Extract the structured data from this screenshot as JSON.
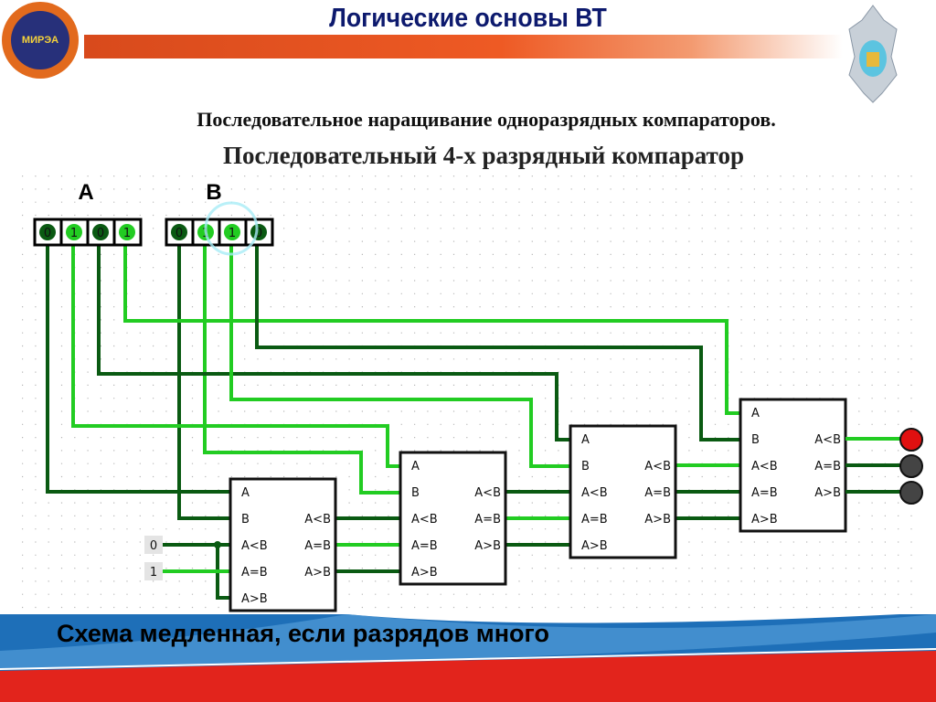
{
  "header": {
    "title": "Логические основы ВТ",
    "logo_text": "МИРЭА"
  },
  "subtitle1": "Последовательное наращивание  одноразрядных компараторов.",
  "subtitle2": "Последовательный 4-х разрядный компаратор",
  "footer": "Схема медленная, если разрядов много",
  "circuit": {
    "input_a": {
      "label": "A",
      "bits": [
        "0",
        "1",
        "0",
        "1"
      ]
    },
    "input_b": {
      "label": "B",
      "bits": [
        "0",
        "1",
        "1",
        "0"
      ]
    },
    "constants": [
      "0",
      "1"
    ],
    "comparator_inputs": [
      "A",
      "B",
      "A<B",
      "A=B",
      "A>B"
    ],
    "comparator_outputs": [
      "A<B",
      "A=B",
      "A>B"
    ],
    "leds": [
      {
        "label": "A<B",
        "on": true
      },
      {
        "label": "A=B",
        "on": false
      },
      {
        "label": "A>B",
        "on": false
      }
    ],
    "colors": {
      "low": "#0a5a12",
      "high": "#22cc22",
      "led_on": "#e01010",
      "led_off": "#444444"
    }
  }
}
